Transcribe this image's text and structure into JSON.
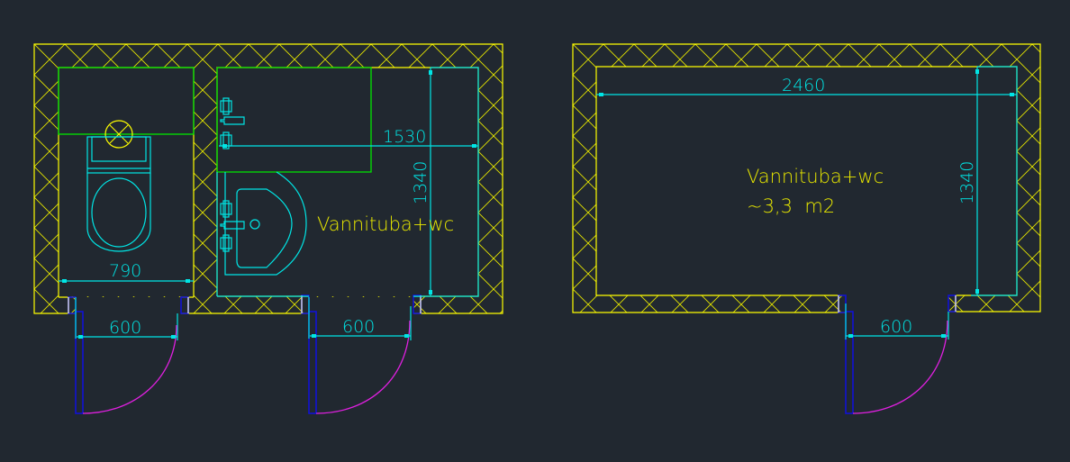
{
  "drawing": {
    "colors": {
      "background": "#212830",
      "walls": "#ffff00",
      "fixtures": "#00e600",
      "dimensions": "#00e5e5",
      "door_frame": "#1010e0",
      "door_swing": "#e020e0"
    },
    "plan_a": {
      "room_label": "Vannituba+wc",
      "dimensions": {
        "tub_length": "1530",
        "room_depth": "1340",
        "wc_width": "790",
        "door_left": "600",
        "door_right": "600"
      },
      "fixtures": [
        "toilet",
        "floor-drain",
        "washbasin",
        "bathtub",
        "shower-mixer",
        "basin-mixer"
      ]
    },
    "plan_b": {
      "room_label": "Vannituba+wc",
      "area_label": "~3,3  m2",
      "dimensions": {
        "room_width": "2460",
        "room_depth": "1340",
        "door": "600"
      }
    }
  }
}
